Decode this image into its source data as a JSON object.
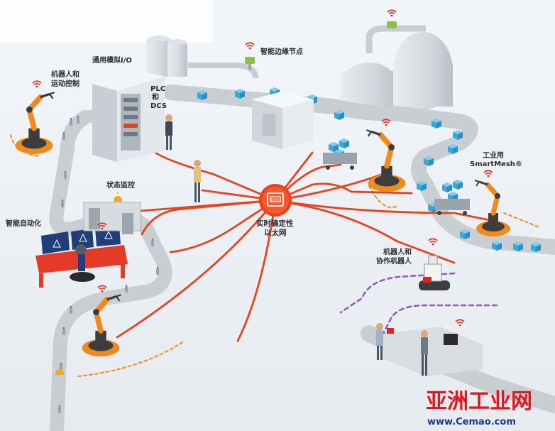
{
  "colors": {
    "network_line": "#e8431f",
    "wireless_dash": "#8a5cb8",
    "robot_orange": "#f08a1c",
    "robot_dark": "#3d3d3d",
    "wifi_red": "#e0261b",
    "conveyor": "#c9ced3",
    "package_blue": "#4fb3e3",
    "watermark_red": "#e8141c",
    "watermark_blue": "#1a3b8c"
  },
  "labels": {
    "generic_io": "通用模拟I/O",
    "edge_node": "智能边缘节点",
    "robot_motion_line1": "机器人和",
    "robot_motion_line2": "运动控制",
    "plc_dcs": [
      "PLC",
      "和",
      "DCS"
    ],
    "status_monitoring": "状态监控",
    "smart_automation": "智能自动化",
    "industrial_line1": "工业用",
    "industrial_line2": "SmartMesh®",
    "hub_line1": "实时确定性",
    "hub_line2": "以太网",
    "cobot_line1": "机器人和",
    "cobot_line2": "协作机器人"
  },
  "icons": {
    "hub": "ethernet-port-icon",
    "wireless": "wifi-signal-icon",
    "alarm": "alarm-beacon-icon"
  },
  "watermark": {
    "name": "亚洲工业网",
    "url": "www.Cemao.com"
  }
}
